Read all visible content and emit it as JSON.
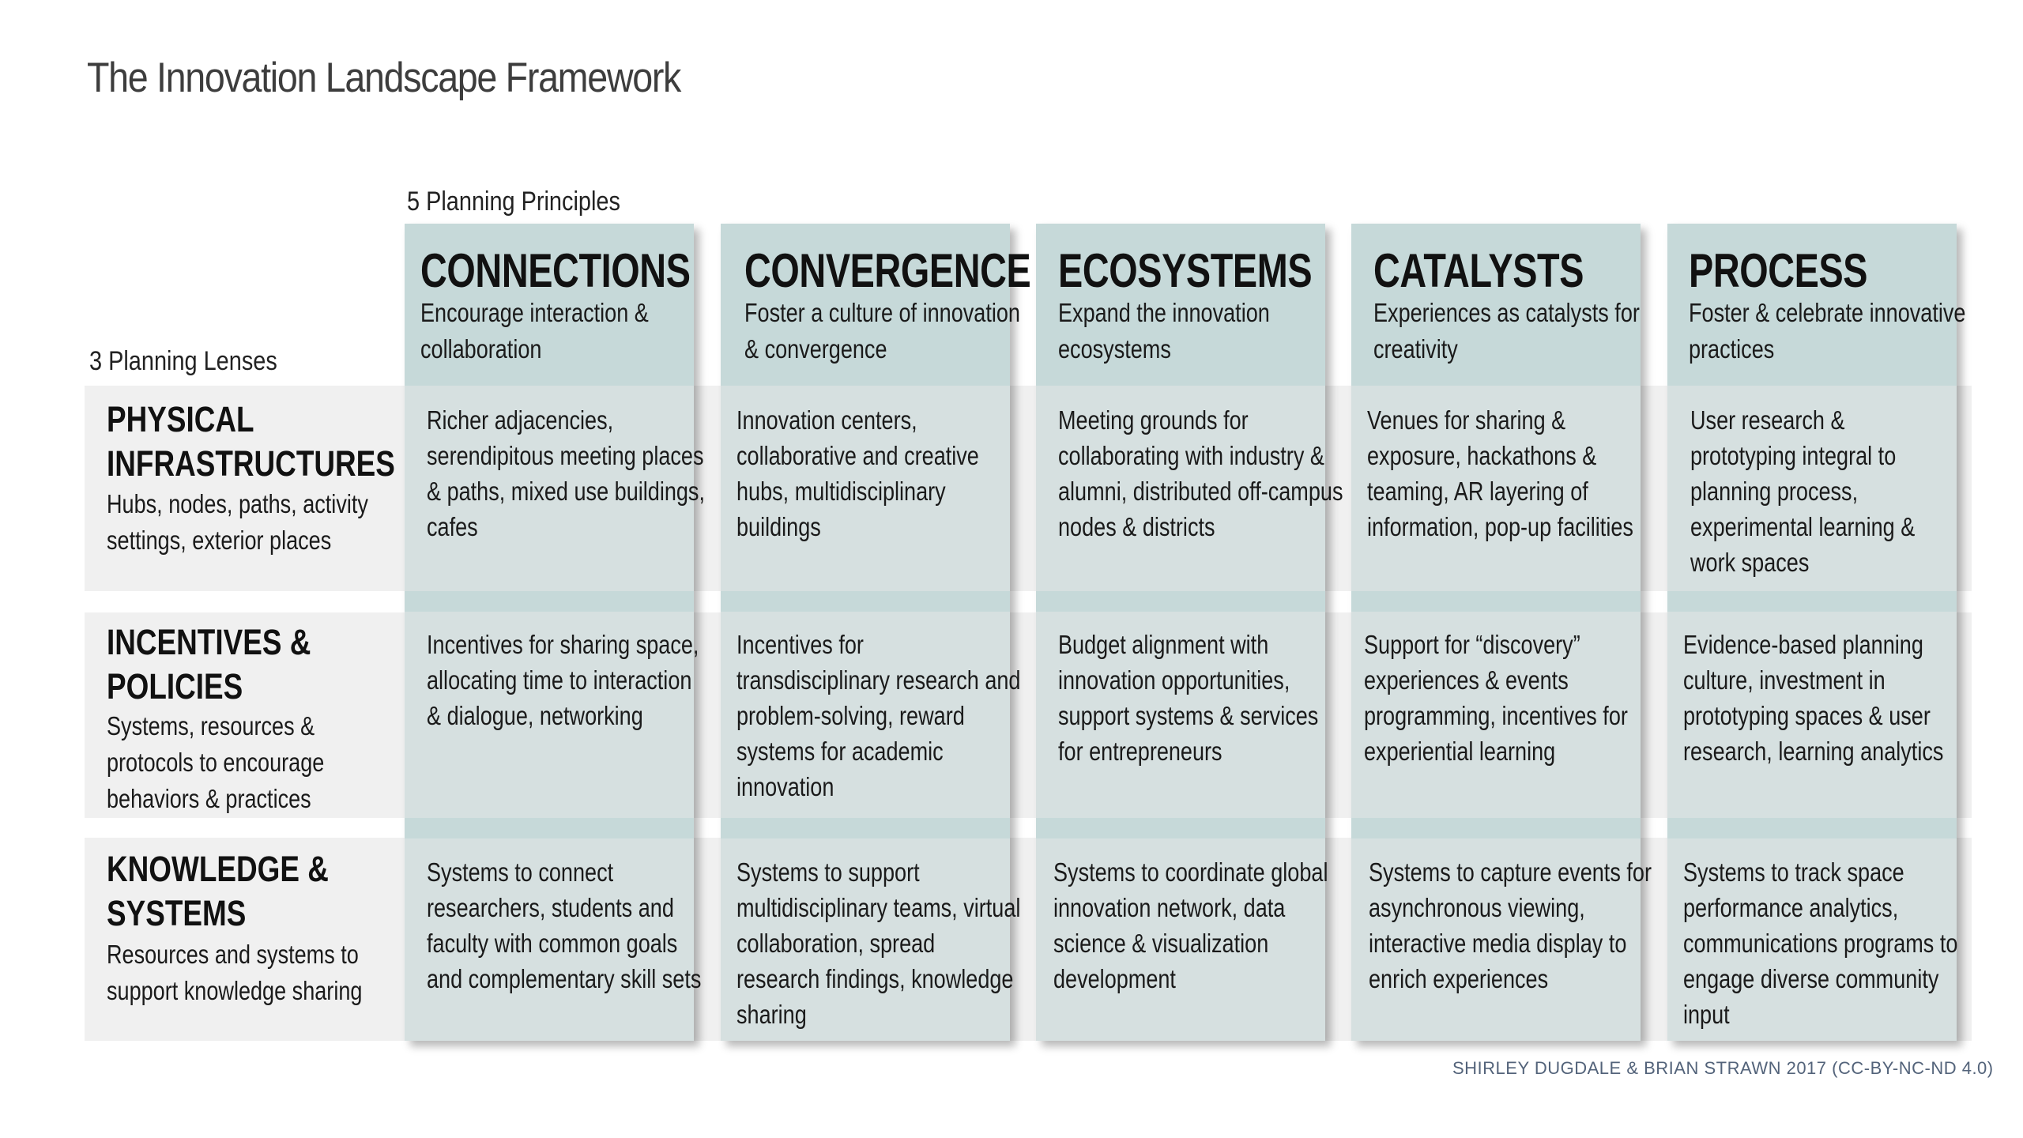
{
  "title": "The Innovation Landscape Framework",
  "principles_label": "5 Planning Principles",
  "lenses_label": "3 Planning Lenses",
  "principles": [
    {
      "title": "CONNECTIONS",
      "subtitle": "Encourage interaction & collaboration"
    },
    {
      "title": "CONVERGENCE",
      "subtitle": "Foster a culture of innovation & convergence"
    },
    {
      "title": "ECOSYSTEMS",
      "subtitle": "Expand the innovation ecosystems"
    },
    {
      "title": "CATALYSTS",
      "subtitle": "Experiences as catalysts for creativity"
    },
    {
      "title": "PROCESS",
      "subtitle": "Foster & celebrate innovative practices"
    }
  ],
  "lenses": [
    {
      "title": "PHYSICAL INFRASTRUCTURES",
      "description": "Hubs, nodes, paths, activity settings, exterior places"
    },
    {
      "title": "INCENTIVES & POLICIES",
      "description": "Systems, resources & protocols to encourage behaviors & practices"
    },
    {
      "title": "KNOWLEDGE & SYSTEMS",
      "description": "Resources and systems to support knowledge sharing"
    }
  ],
  "cells": [
    [
      "Richer adjacencies, serendipitous meeting places & paths, mixed use buildings, cafes",
      "Innovation centers, collaborative and creative hubs, multidisciplinary buildings",
      "Meeting grounds for collaborating with industry & alumni, distributed off-campus nodes & districts",
      "Venues for sharing & exposure, hackathons & teaming, AR layering of information, pop-up facilities",
      "User research & prototyping integral to planning process, experimental learning & work spaces"
    ],
    [
      "Incentives for sharing space, allocating time to interaction & dialogue, networking",
      "Incentives for transdisciplinary research and problem-solving, reward systems for academic innovation",
      "Budget alignment with innovation opportunities, support systems & services for entrepreneurs",
      "Support for “discovery” experiences & events programming, incentives for experiential learning",
      "Evidence-based planning culture, investment in prototyping spaces & user research, learning analytics"
    ],
    [
      "Systems to connect researchers, students and faculty with common goals and complementary skill sets",
      "Systems to support multidisciplinary teams, virtual collaboration, spread research findings, knowledge sharing",
      "Systems to coordinate global innovation network, data science  & visualization development",
      "Systems to capture events for asynchronous viewing, interactive media display to enrich experiences",
      "Systems to track space performance analytics, communications programs to engage diverse community input"
    ]
  ],
  "credit": "SHIRLEY DUGDALE & BRIAN STRAWN 2017  (CC-BY-NC-ND 4.0)",
  "colors": {
    "column_body": "#d6e0e0",
    "column_header": "#c6d9d9",
    "row_band": "#f0f0f0",
    "credit_text": "#53637a"
  }
}
